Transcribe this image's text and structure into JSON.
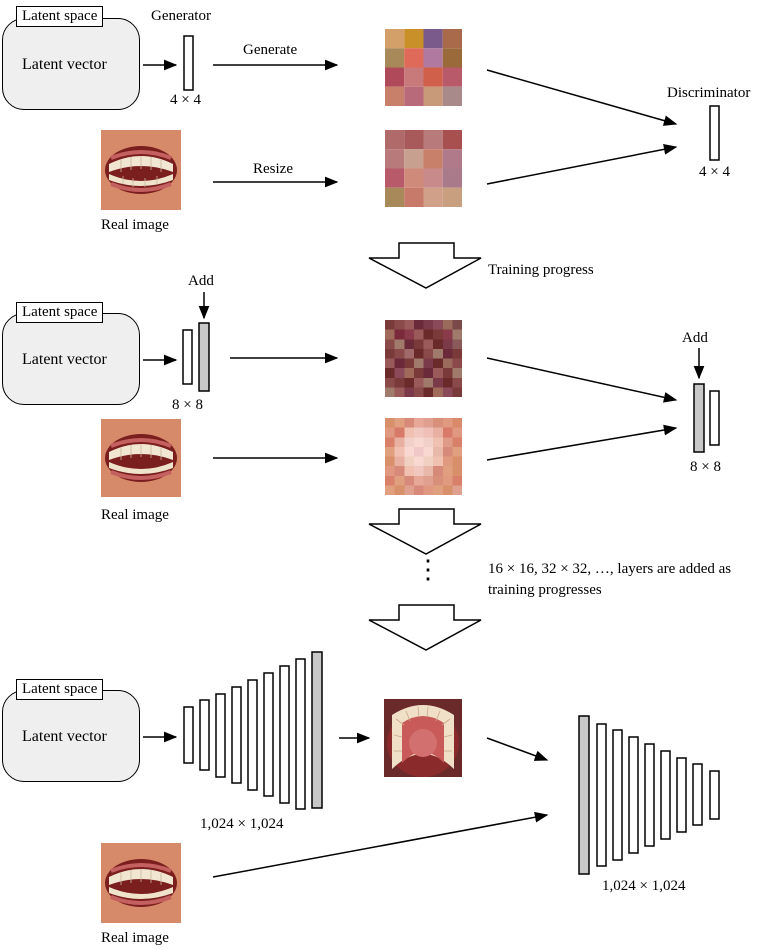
{
  "latent": {
    "space_label": "Latent space",
    "vector_label": "Latent vector"
  },
  "stage1": {
    "generator_label": "Generator",
    "generator_res": "4 × 4",
    "generate_label": "Generate",
    "resize_label": "Resize",
    "real_image_label": "Real image",
    "discriminator_label": "Discriminator",
    "discriminator_res": "4 × 4"
  },
  "progress": {
    "label": "Training progress"
  },
  "stage2": {
    "add_gen_label": "Add",
    "generator_res": "8 × 8",
    "real_image_label": "Real image",
    "add_disc_label": "Add",
    "discriminator_res": "8 × 8"
  },
  "stage3": {
    "note_line1": "16 × 16, 32 × 32, …, layers are added as",
    "note_line2": "training progresses",
    "dots": "⋮",
    "generator_res": "1,024 × 1,024",
    "real_image_label": "Real image",
    "discriminator_res": "1,024 × 1,024"
  },
  "colors": {
    "layer_fill": "#ffffff",
    "added_layer_fill": "#c8c8c8",
    "latent_box_fill": "#efefef",
    "stroke": "#000000"
  },
  "icons": {
    "real_image": "teeth-photo-icon",
    "generated_4x4": "pixelated-4x4-image-icon",
    "generated_8x8": "pixelated-8x8-image-icon",
    "generated_full": "upper-jaw-photo-icon"
  }
}
